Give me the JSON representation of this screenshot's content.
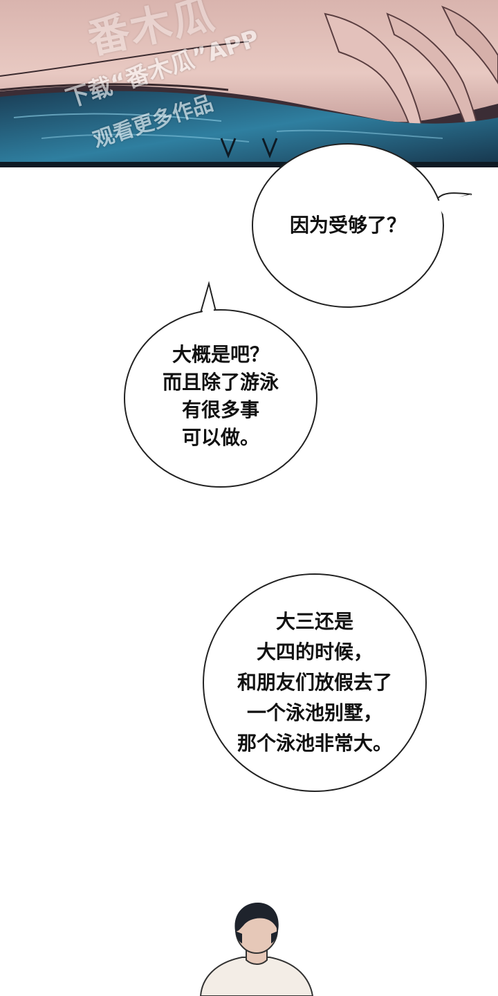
{
  "top_panel": {
    "watermark": {
      "brand": "番木瓜",
      "line1": "下载“番木瓜”APP",
      "line2": "观看更多作品"
    },
    "colors": {
      "skin": "#e8c9c2",
      "water": "#2f7fa0",
      "water_dark": "#1a3d55",
      "shadow": "#3b2d35"
    }
  },
  "bubbles": [
    {
      "lines": [
        "因为受够了？"
      ]
    },
    {
      "lines": [
        "大概是吧？",
        "而且除了游泳",
        "有很多事",
        "可以做。"
      ]
    },
    {
      "lines": [
        "大三还是",
        "大四的时候，",
        "和朋友们放假去了",
        "一个泳池别墅，",
        "那个泳池非常大。"
      ]
    }
  ],
  "character": {
    "hair_color": "#1e232c",
    "shirt_color": "#f3ede6",
    "skin_color": "#e6c8b8"
  }
}
